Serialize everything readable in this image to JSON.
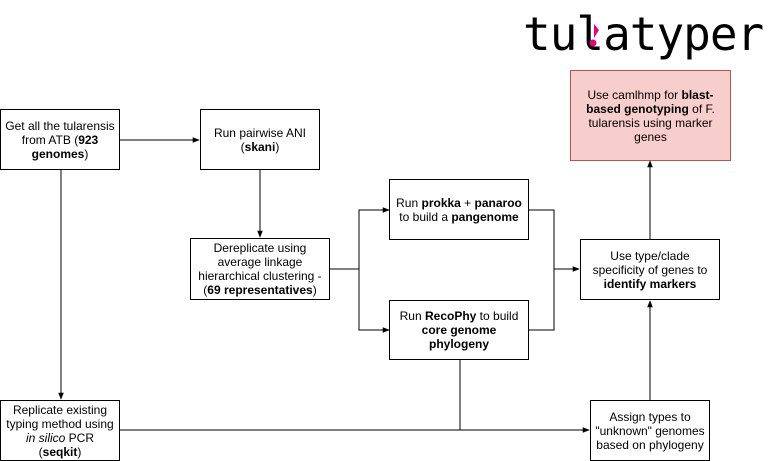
{
  "logo": {
    "text": "tulatyper"
  },
  "nodes": {
    "get_tularensis": {
      "pre": "Get all the tularensis from ATB (",
      "bold": "923 genomes",
      "post": ")"
    },
    "run_ani": {
      "pre": "Run pairwise ANI (",
      "bold": "skani",
      "post": ")"
    },
    "dereplicate": {
      "pre": "Dereplicate using average linkage hierarchical clustering - (",
      "bold": "69 representatives",
      "post": ")"
    },
    "prokka": {
      "pre": "Run ",
      "bold1": "prokka",
      "mid": " + ",
      "bold2": "panaroo",
      "mid2": " to build a ",
      "bold3": "pangenome"
    },
    "recophy": {
      "pre": "Run ",
      "bold1": "RecoPhy",
      "mid": " to build ",
      "bold2": "core genome phylogeny"
    },
    "markers": {
      "pre": "Use type/clade specificity of genes to ",
      "bold": "identify markers"
    },
    "camlhmp": {
      "pre": "Use camlhmp for ",
      "bold": "blast-based genotyping",
      "post": " of F. tularensis using marker genes"
    },
    "replicate": {
      "pre": "Replicate existing typing method using ",
      "italic": "in silico",
      "mid": " PCR (",
      "bold": "seqkit",
      "post": ")"
    },
    "assign": {
      "text": "Assign types to \"unknown\" genomes based on phylogeny"
    }
  },
  "colors": {
    "highlight_fill": "#f8cecc",
    "highlight_border": "#b85450",
    "logo_accent": "#e6007e"
  }
}
